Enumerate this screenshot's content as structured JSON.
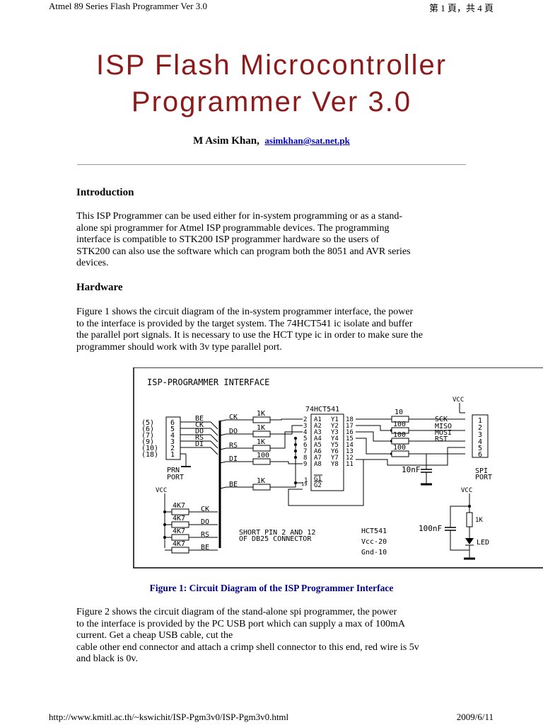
{
  "header": {
    "doc_title": "Atmel 89 Series Flash Programmer Ver 3.0",
    "page_counter": "第 1 頁，共 4 頁"
  },
  "title": {
    "line1": "ISP Flash Microcontroller",
    "line2": "Programmer Ver 3.0"
  },
  "author": {
    "name": "M Asim Khan,",
    "email": "asimkhan@sat.net.pk"
  },
  "sections": {
    "intro": {
      "heading": "Introduction",
      "lines": [
        "This ISP Programmer can be used either for  in-system  programming  or  as a  stand-",
        "alone spi programmer for  Atmel  ISP   programmable   devices.  The   programming",
        "interface   is   compatible   to   STK200   ISP programmer hardware so  the users of",
        "STK200 can also use the software which can program both the 8051 and AVR series",
        "devices."
      ]
    },
    "hardware": {
      "heading": "Hardware",
      "lines": [
        "Figure 1 shows  the  circuit diagram of the in-system programmer interface,  the  power",
        "to  the  interface  is provided by the target system. The 74HCT541 ic isolate and buffer",
        "the parallel port signals. It is necessary to use the HCT type ic in order to make sure the",
        "programmer should work with 3v type parallel port."
      ]
    },
    "fig2": {
      "lines": [
        "Figure 2  shows  the  circuit diagram  of  the  stand-alone spi  programmer, the  power",
        "to  the  interface  is provided  by  the PC USB  port  which can supply a  max of 100mA",
        "current. Get a cheap USB  cable, cut the",
        "cable other end connector and attach a crimp shell connector  to this end,  red wire is 5v",
        "and  black is 0v."
      ]
    }
  },
  "figure": {
    "caption": "Figure 1:   Circuit Diagram of the ISP Programmer Interface",
    "title": "ISP-PROGRAMMER INTERFACE",
    "ic_name": "74HCT541",
    "lpt_pins": [
      "(5)",
      "(6)",
      "(7)",
      "(9)",
      "(10)",
      "(18)"
    ],
    "conn_pins": [
      "6",
      "5",
      "4",
      "3",
      "2",
      "1"
    ],
    "lpt_signals": [
      "BE",
      "CK",
      "DO",
      "RS",
      "DI"
    ],
    "prn_port": [
      "PRN",
      "PORT"
    ],
    "bus_labels": [
      "CK",
      "DO",
      "RS",
      "DI",
      "BE"
    ],
    "input_resistors": [
      "1K",
      "1K",
      "1K",
      "100",
      "1K"
    ],
    "ic_left_pins": [
      "2",
      "3",
      "4",
      "5",
      "6",
      "7",
      "8",
      "9",
      "1",
      "19"
    ],
    "ic_right_pins": [
      "18",
      "17",
      "16",
      "15",
      "14",
      "13",
      "12",
      "11"
    ],
    "ic_inputs": [
      "A1",
      "A2",
      "A3",
      "A4",
      "A5",
      "A6",
      "A7",
      "A8",
      "G1",
      "G2"
    ],
    "ic_outputs": [
      "Y1",
      "Y2",
      "Y3",
      "Y4",
      "Y5",
      "Y6",
      "Y7",
      "Y8"
    ],
    "output_resistors": [
      "10",
      "100",
      "100",
      "100"
    ],
    "spi_signals": [
      "SCK",
      "MISO",
      "MOSI",
      "RST"
    ],
    "spi_pins": [
      "1",
      "2",
      "3",
      "4",
      "5",
      "6"
    ],
    "spi_port": [
      "SPI",
      "PORT"
    ],
    "vcc": "VCC",
    "pullups": [
      "4K7",
      "4K7",
      "4K7",
      "4K7"
    ],
    "pullup_signals": [
      "CK",
      "DO",
      "RS",
      "BE"
    ],
    "note": [
      "SHORT PIN 2 AND 12",
      "OF DB25 CONNECTOR"
    ],
    "power_notes": [
      "HCT541",
      "Vcc-20",
      "Gnd-10"
    ],
    "cap_10nf": "10nF",
    "cap_100nf": "100nF",
    "led_resistor": "1K",
    "led": "LED"
  },
  "footer": {
    "url": "http://www.kmitl.ac.th/~kswichit/ISP-Pgm3v0/ISP-Pgm3v0.html",
    "date": "2009/6/11"
  }
}
